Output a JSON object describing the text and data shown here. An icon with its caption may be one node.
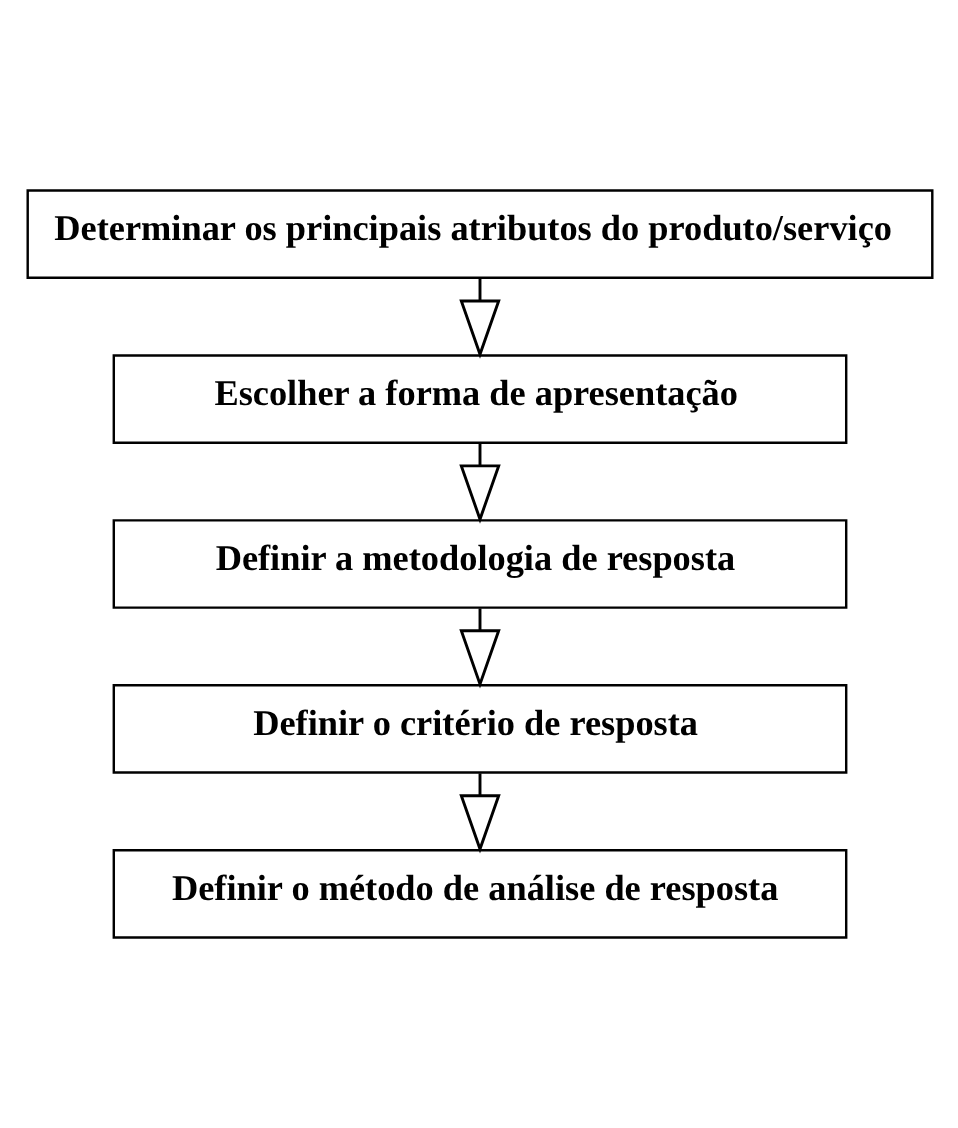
{
  "diagram": {
    "nodes": [
      {
        "text": [
          "Determinar os principais atributos do produto/serviço"
        ]
      },
      {
        "text": [
          "Escolher a forma de apresentação"
        ]
      },
      {
        "text": [
          "Definir a metodologia de resposta"
        ]
      },
      {
        "text": [
          "Definir o critério de resposta"
        ]
      },
      {
        "text": [
          "Definir o método de análise de resposta"
        ]
      }
    ],
    "edges": [
      {
        "from": 0,
        "to": 1,
        "arrow": "to"
      },
      {
        "from": 1,
        "to": 2,
        "arrow": "to"
      },
      {
        "from": 2,
        "to": 3,
        "arrow": "to"
      },
      {
        "from": 3,
        "to": 4,
        "arrow": "to"
      }
    ]
  }
}
